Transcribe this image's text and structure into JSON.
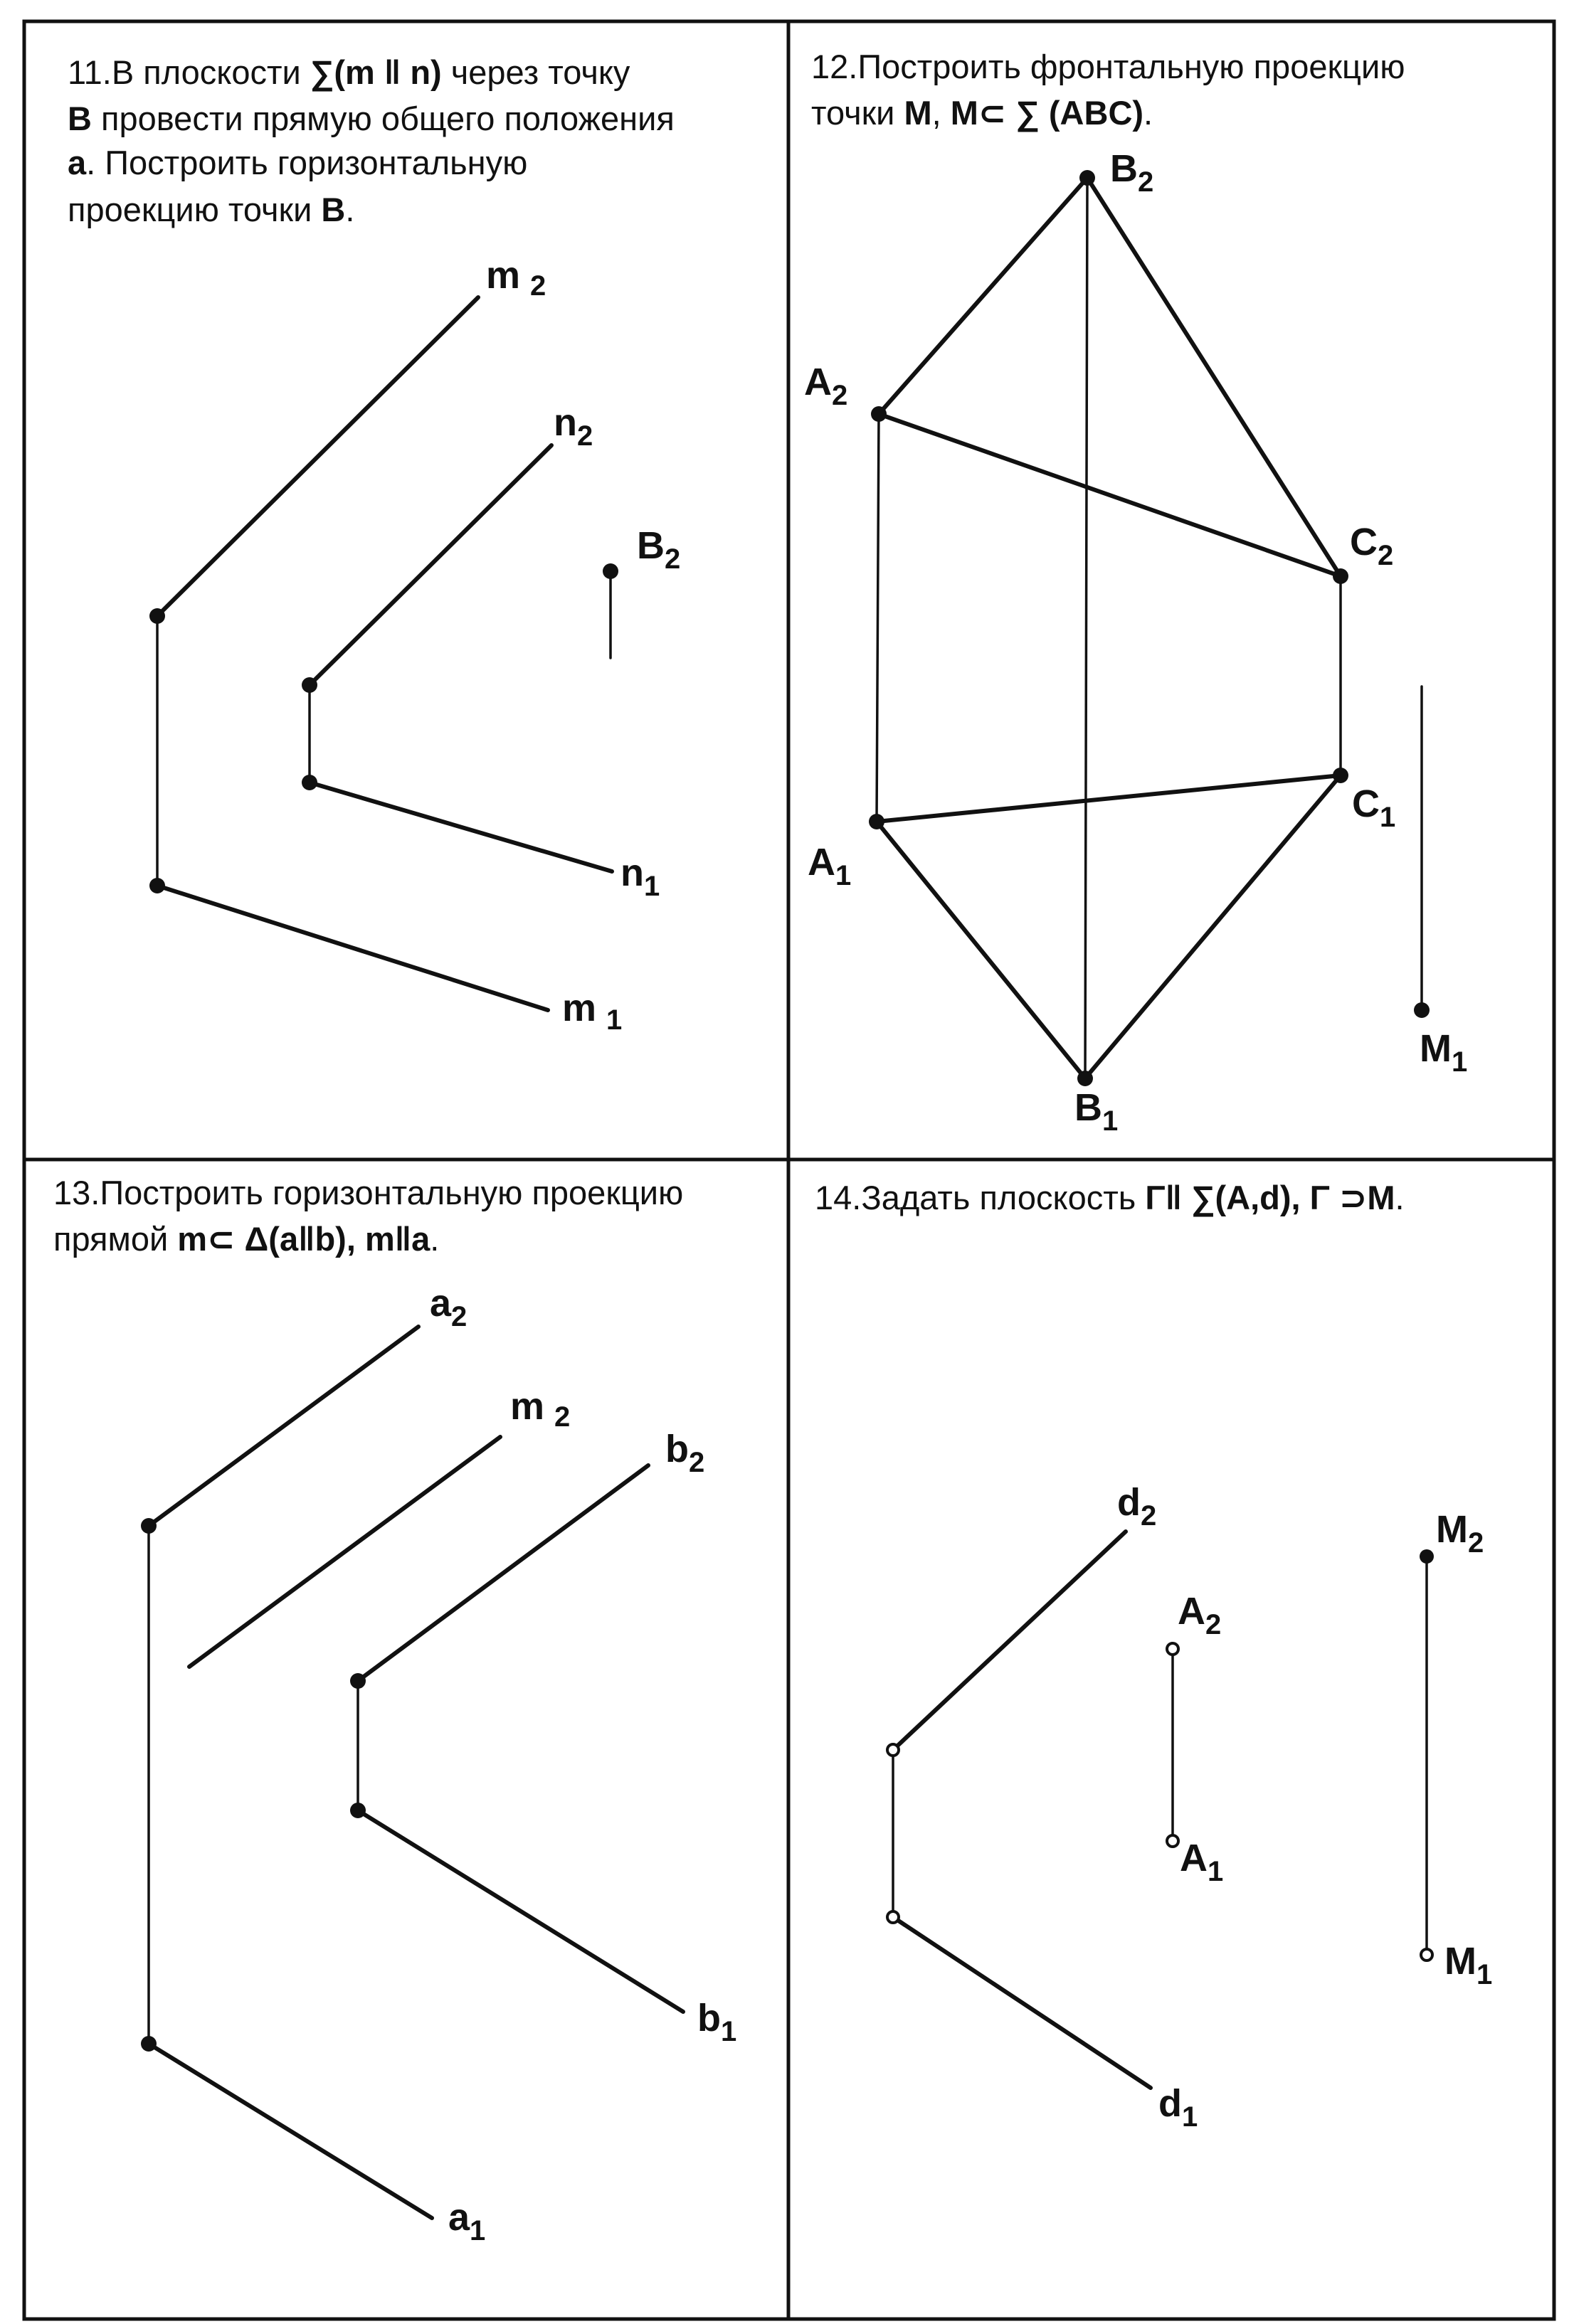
{
  "panel11": {
    "text": {
      "line1_a": "11.В плоскости ",
      "line1_b": "∑(m ‖ n)",
      "line1_c": " через точку",
      "line2_a": "B",
      "line2_b": "  провести прямую общего положения",
      "line3_a": "a",
      "line3_b": ". Построить горизонтальную",
      "line4_a": "проекцию точки ",
      "line4_b": "B",
      "line4_c": "."
    },
    "labels": {
      "m2": [
        "m",
        "2"
      ],
      "n2": [
        "n",
        "2"
      ],
      "B2": [
        "B",
        "2"
      ],
      "n1": [
        "n",
        "1"
      ],
      "m1": [
        "m",
        "1"
      ]
    }
  },
  "panel12": {
    "text": {
      "line1_a": "12.Построить фронтальную проекцию",
      "line2_a": "точки ",
      "line2_b": "M",
      "line2_c": ", ",
      "line2_d": "M⊂ ∑ (ABC)",
      "line2_e": "."
    },
    "labels": {
      "B2": [
        "B",
        "2"
      ],
      "A2": [
        "A",
        "2"
      ],
      "C2": [
        "C",
        "2"
      ],
      "C1": [
        "C",
        "1"
      ],
      "A1": [
        "A",
        "1"
      ],
      "M1": [
        "M",
        "1"
      ],
      "B1": [
        "B",
        "1"
      ]
    }
  },
  "panel13": {
    "text": {
      "line1_a": "13.Построить горизонтальную проекцию",
      "line2_a": "прямой ",
      "line2_b": "m⊂ Δ(a‖b), m‖a",
      "line2_c": "."
    },
    "labels": {
      "a2": [
        "a",
        "2"
      ],
      "m2": [
        "m",
        "2"
      ],
      "b2": [
        "b",
        "2"
      ],
      "b1": [
        "b",
        "1"
      ],
      "a1": [
        "a",
        "1"
      ]
    }
  },
  "panel14": {
    "text": {
      "line1_a": "14.Задать плоскость ",
      "line1_b": "Γ‖ ∑(A,d), Γ ⊃M",
      "line1_c": "."
    },
    "labels": {
      "d2": [
        "d",
        "2"
      ],
      "A2": [
        "A",
        "2"
      ],
      "A1": [
        "A",
        "1"
      ],
      "d1": [
        "d",
        "1"
      ],
      "M2": [
        "M",
        "2"
      ],
      "M1": [
        "M",
        "1"
      ]
    }
  }
}
